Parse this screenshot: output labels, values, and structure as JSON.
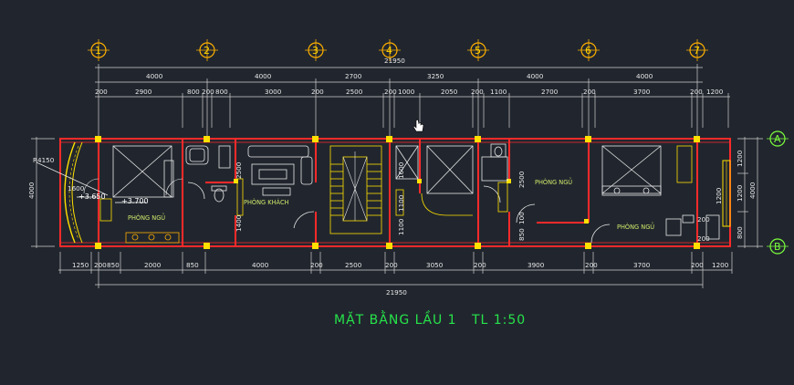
{
  "drawing": {
    "title": "MẶT BẰNG LẦU 1   TL 1:50",
    "axis_labels_top": [
      "1",
      "2",
      "3",
      "4",
      "5",
      "6",
      "7"
    ],
    "axis_labels_side": [
      "A",
      "B"
    ],
    "overall_top": "21950",
    "overall_bottom": "21950",
    "top_dims_row1": [
      "4000",
      "4000",
      "2700",
      "3250",
      "4000",
      "4000"
    ],
    "top_dims_row2": [
      "200",
      "2900",
      "800",
      "200",
      "800",
      "3000",
      "200",
      "2500",
      "200",
      "1000",
      "2050",
      "200",
      "1100",
      "2700",
      "200",
      "3700",
      "200",
      "1200"
    ],
    "bottom_dims_row1": [
      "1250",
      "200",
      "850",
      "2000",
      "850",
      "4000",
      "200",
      "2500",
      "200",
      "3050",
      "200",
      "3900",
      "200",
      "3700",
      "200",
      "1200"
    ],
    "left_dim": "4000",
    "right_dims": [
      "1200",
      "4000",
      "1200",
      "800"
    ],
    "inner_dims": [
      "2500",
      "1400",
      "1600",
      "1100",
      "2500",
      "850",
      "100",
      "1100",
      "200",
      "1200",
      "200"
    ],
    "levels": [
      "+3.650",
      "+3.700"
    ],
    "radius_label": "R4150",
    "width_label": "1600",
    "rooms": [
      "PHÒNG NGỦ",
      "PHÒNG KHÁCH",
      "PHÒNG NGỦ",
      "PHÒNG NGỦ"
    ],
    "colors": {
      "background": "#21262e",
      "wall": "#ff2a2a",
      "dimension_text": "#e8e8e8",
      "dimension_line": "#cfcfcf",
      "column": "#ffe000",
      "furniture": "#e8e8e8",
      "stair": "#ffe000",
      "axis_bubble": "#ffb000",
      "title": "#27e34a"
    },
    "cursor_icon": "hand-cursor-icon"
  }
}
